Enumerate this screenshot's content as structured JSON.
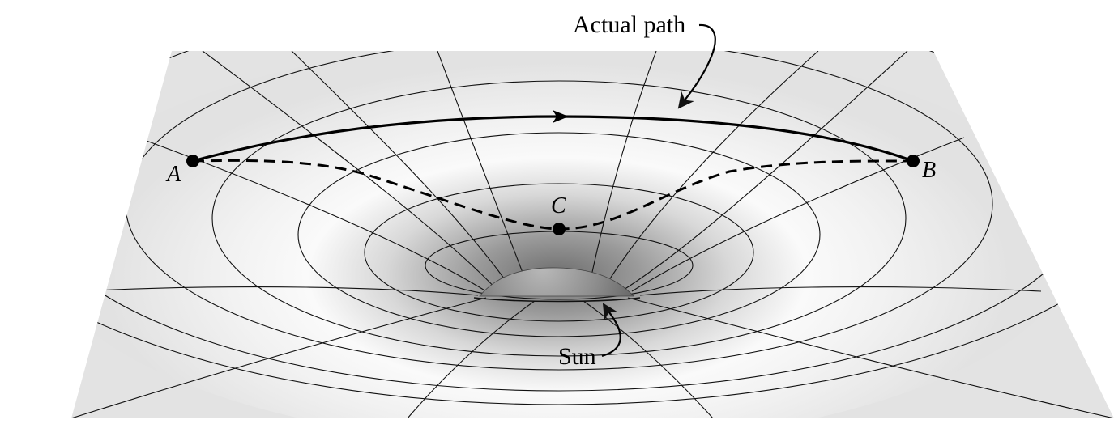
{
  "labels": {
    "actual_path": "Actual path",
    "sun": "Sun",
    "point_a": "A",
    "point_b": "B",
    "point_c": "C"
  },
  "colors": {
    "sheet": "#e4e4e4",
    "well_light": "#f6f6f6",
    "well_dark": "#8a8a8a",
    "sun_body": "#8d8d8d",
    "ink": "#111111"
  }
}
